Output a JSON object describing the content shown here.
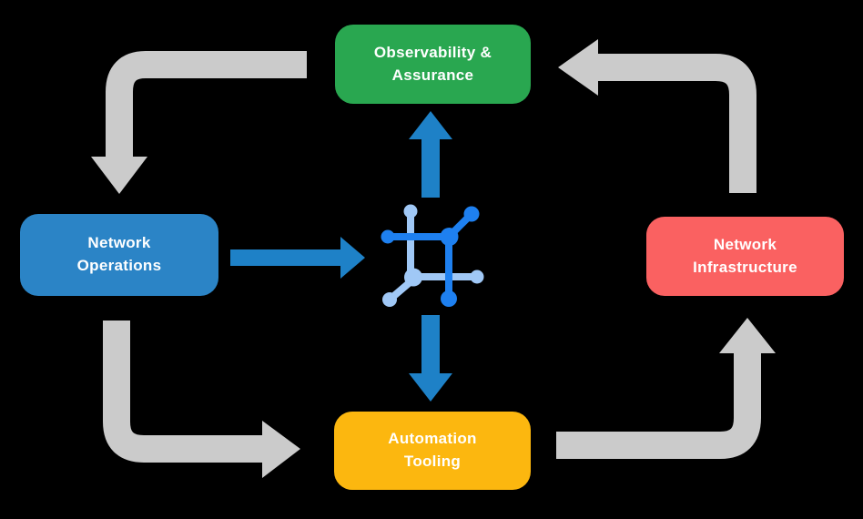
{
  "diagram": {
    "type": "cycle-flow-diagram",
    "background_color": "#000000",
    "nodes": [
      {
        "id": "observability",
        "label": "Observability &\nAssurance",
        "color": "#29a750",
        "position": "top-center"
      },
      {
        "id": "operations",
        "label": "Network\nOperations",
        "color": "#2b84c6",
        "position": "middle-left"
      },
      {
        "id": "infrastructure",
        "label": "Network\nInfrastructure",
        "color": "#fa6161",
        "position": "middle-right"
      },
      {
        "id": "automation",
        "label": "Automation\nTooling",
        "color": "#fcb70f",
        "position": "bottom-center"
      }
    ],
    "center_icon": {
      "name": "network-mesh-icon",
      "dark_blue": "#1e80f0",
      "light_blue": "#a0c8f6"
    },
    "edges": [
      {
        "from": "observability",
        "to": "operations",
        "style": "elbow",
        "color": "#cbcbcb"
      },
      {
        "from": "operations",
        "to": "automation",
        "style": "elbow",
        "color": "#cbcbcb"
      },
      {
        "from": "automation",
        "to": "infrastructure",
        "style": "elbow",
        "color": "#cbcbcb"
      },
      {
        "from": "infrastructure",
        "to": "observability",
        "style": "elbow",
        "color": "#cbcbcb"
      },
      {
        "from": "operations",
        "to": "center-icon",
        "style": "straight",
        "color": "#1e81c7"
      },
      {
        "from": "center-icon",
        "to": "observability",
        "style": "straight",
        "color": "#1e81c7"
      },
      {
        "from": "center-icon",
        "to": "automation",
        "style": "straight",
        "color": "#1e81c7"
      }
    ],
    "text_color": "#ffffff"
  }
}
